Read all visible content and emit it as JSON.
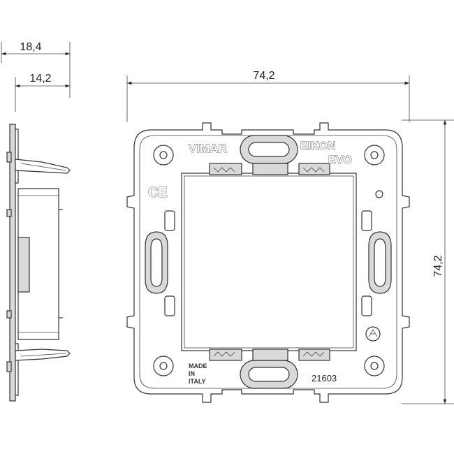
{
  "dimensions": {
    "side_overall_depth": "18,4",
    "side_inner_depth": "14,2",
    "front_width": "74,2",
    "front_height": "74,2"
  },
  "markings": {
    "brand": "VIMAR",
    "series_line1": "EIKON",
    "series_line2": "EVO",
    "ce_mark": "CE",
    "origin_line1": "MADE",
    "origin_line2": "IN",
    "origin_line3": "ITALY",
    "code": "21603"
  }
}
